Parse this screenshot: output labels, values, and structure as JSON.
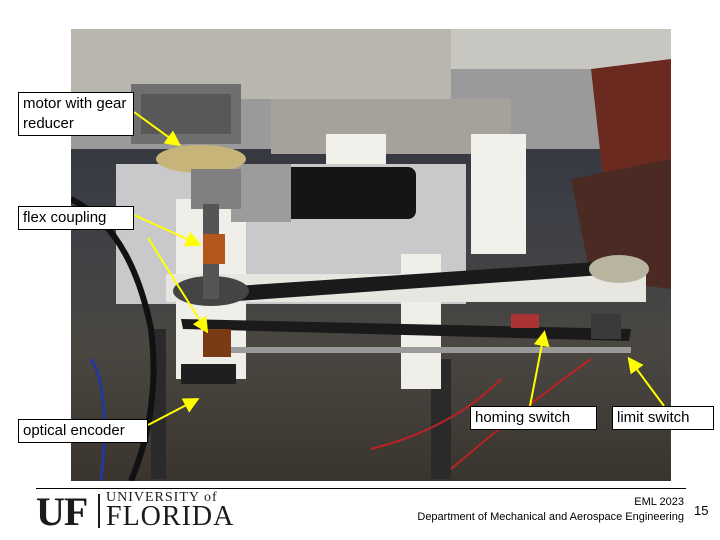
{
  "labels": {
    "motor": "motor with gear reducer",
    "flex": "flex coupling",
    "optical": "optical encoder",
    "homing": "homing switch",
    "limit": "limit switch"
  },
  "logo": {
    "mark": "UF",
    "university": "UNIVERSITY of",
    "state": "FLORIDA"
  },
  "footer": {
    "course": "EML 2023",
    "department": "Department of Mechanical and Aerospace Engineering",
    "page": "15"
  },
  "colors": {
    "arrow": "#ffff00",
    "label_bg": "#ffffff",
    "text": "#000000"
  }
}
